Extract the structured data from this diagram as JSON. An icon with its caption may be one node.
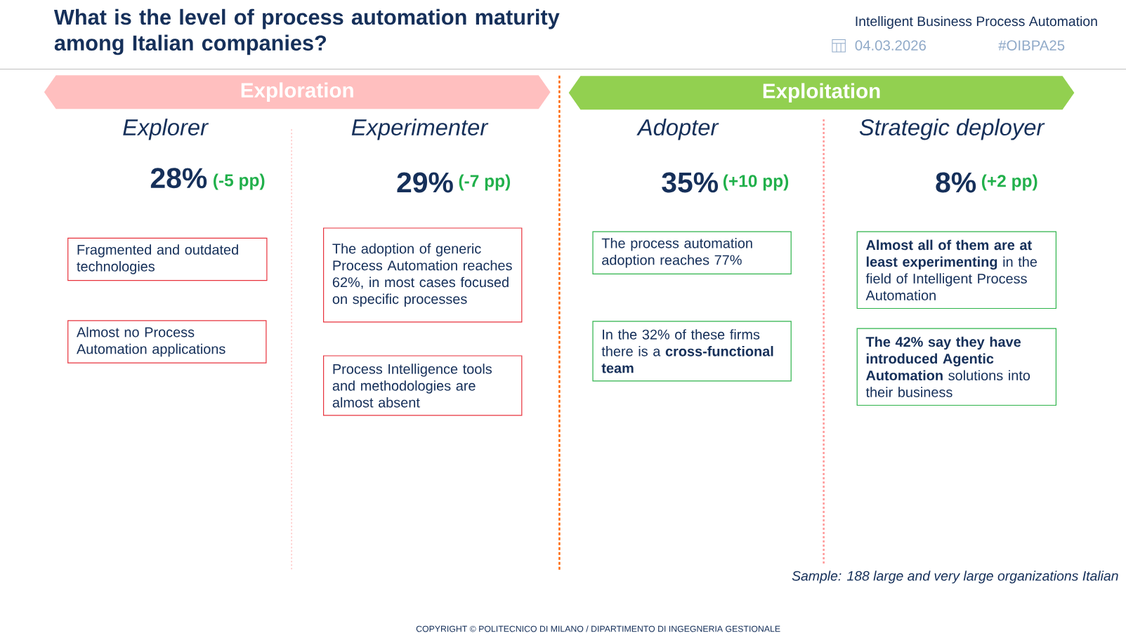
{
  "diagram": {
    "title": "What is the level of process automation maturity among Italian companies?",
    "nodes": [
      {
        "text": [
          "Exploration"
        ]
      },
      {
        "text": [
          "Exploitation"
        ]
      },
      {
        "text": [
          "Fragmented and outdated technologies"
        ]
      },
      {
        "text": [
          "Almost no Process Automation applications"
        ]
      },
      {
        "text": [
          "The adoption of generic Process Automation reaches 62%, in most cases focused on specific processes"
        ]
      },
      {
        "text": [
          "Process Intelligence tools and methodologies are almost absent"
        ]
      },
      {
        "text": [
          "The process automation adoption reaches 77%"
        ]
      },
      {
        "text": [
          "In the 32% of these firms there is a **cross-functional team**"
        ]
      },
      {
        "text": [
          "**Almost all of them are at least experimenting** in the field of Intelligent Process Automation"
        ]
      },
      {
        "text": [
          "**The 42% say they have introduced Agentic Automation** solutions into their business"
        ]
      }
    ],
    "labels": [
      "Intelligent Business Process Automation",
      "04.03.2026",
      "#OIBPA25",
      "Explorer",
      "Experimenter",
      "Adopter",
      "Strategic deployer",
      "28%",
      "(-5 pp)",
      "29%",
      "(-7 pp)",
      "35%",
      "(+10 pp)",
      "8%",
      "(+2 pp)",
      "Sample: 188 large and very large organizations Italian",
      "COPYRIGHT © POLITECNICO DI MILANO / DIPARTIMENTO DI INGEGNERIA GESTIONALE"
    ]
  }
}
